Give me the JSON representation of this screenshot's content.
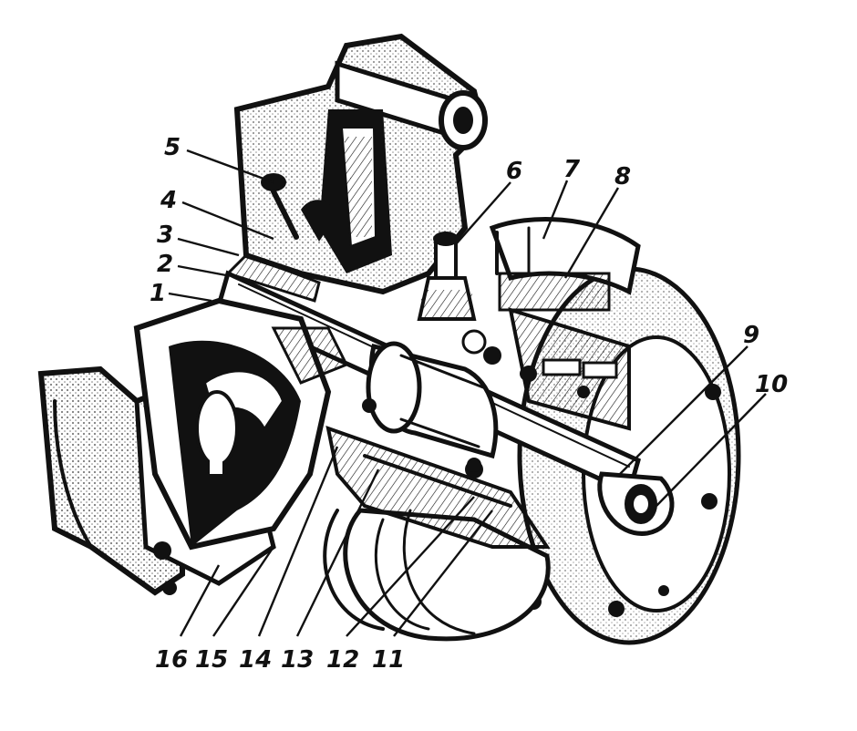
{
  "diagram": {
    "colors": {
      "ink": "#111111",
      "paper": "#ffffff"
    },
    "callouts": [
      {
        "id": "1",
        "text": "1"
      },
      {
        "id": "2",
        "text": "2"
      },
      {
        "id": "3",
        "text": "3"
      },
      {
        "id": "4",
        "text": "4"
      },
      {
        "id": "5",
        "text": "5"
      },
      {
        "id": "6",
        "text": "6"
      },
      {
        "id": "7",
        "text": "7"
      },
      {
        "id": "8",
        "text": "8"
      },
      {
        "id": "9",
        "text": "9"
      },
      {
        "id": "10",
        "text": "10"
      },
      {
        "id": "11",
        "text": "11"
      },
      {
        "id": "12",
        "text": "12"
      },
      {
        "id": "13",
        "text": "13"
      },
      {
        "id": "14",
        "text": "14"
      },
      {
        "id": "15",
        "text": "15"
      },
      {
        "id": "16",
        "text": "16"
      }
    ]
  }
}
